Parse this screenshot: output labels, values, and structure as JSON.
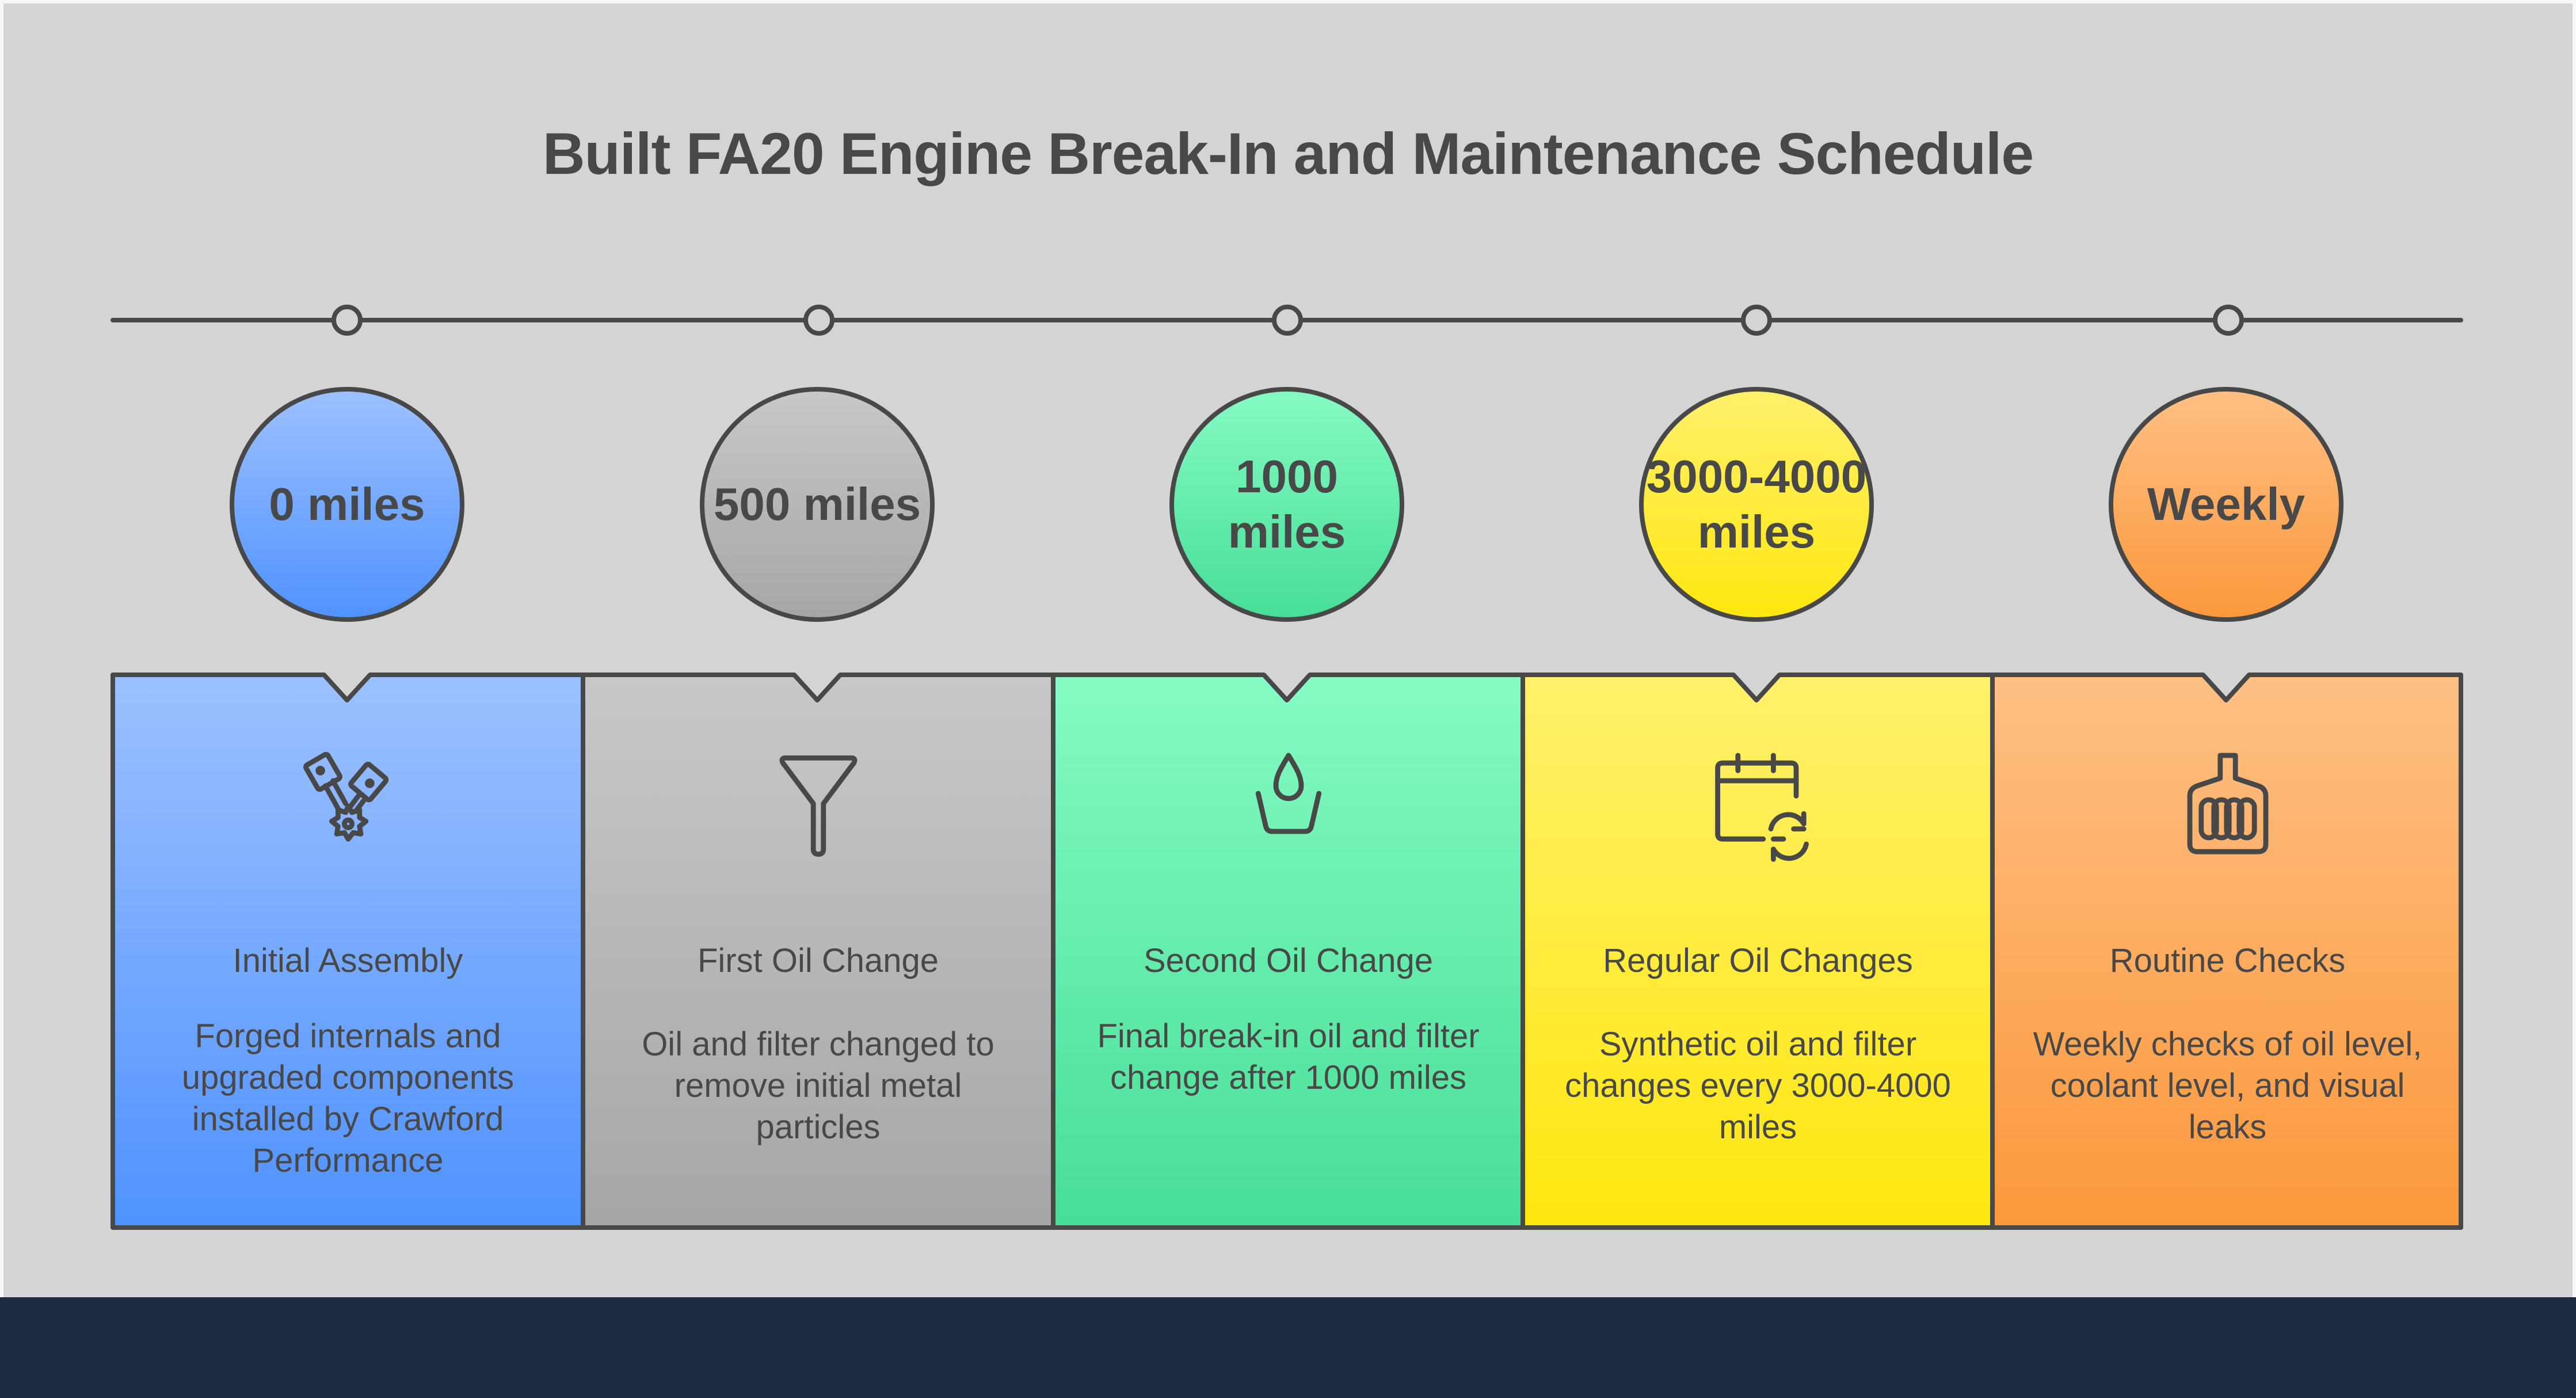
{
  "title": "Built FA20 Engine Break-In and Maintenance Schedule",
  "colors": {
    "background": "#d4d4d4",
    "footer": "#1b2a3f",
    "stroke": "#484848",
    "text": "#484848"
  },
  "milestones": [
    {
      "label": "0 miles",
      "color_top": "#9dc1ff",
      "color_bottom": "#4f92ff",
      "icon": "pistons-gear-icon",
      "title": "Initial Assembly",
      "description": "Forged internals and upgraded components installed by Crawford Performance"
    },
    {
      "label": "500 miles",
      "color_top": "#c8c8c8",
      "color_bottom": "#a6a6a6",
      "icon": "funnel-icon",
      "title": "First Oil Change",
      "description": "Oil and filter changed to remove initial metal particles"
    },
    {
      "label": "1000 miles",
      "color_top": "#85fbc3",
      "color_bottom": "#47de97",
      "icon": "oil-drop-basin-icon",
      "title": "Second Oil Change",
      "description": "Final break-in oil and filter change after 1000 miles"
    },
    {
      "label": "3000-4000 miles",
      "color_top": "#fff06c",
      "color_bottom": "#ffe70f",
      "icon": "calendar-refresh-icon",
      "title": "Regular Oil Changes",
      "description": "Synthetic oil and filter changes every 3000-4000 miles"
    },
    {
      "label": "Weekly",
      "color_top": "#ffc084",
      "color_bottom": "#fb983c",
      "icon": "radiator-icon",
      "title": "Routine Checks",
      "description": "Weekly checks of oil level, coolant level, and visual leaks"
    }
  ]
}
